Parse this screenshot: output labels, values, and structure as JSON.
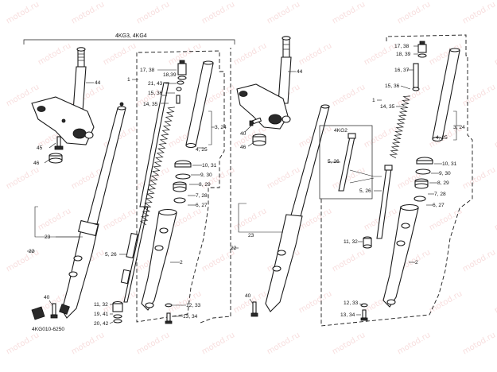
{
  "header_label": "4KG3, 4KG4",
  "drawing_code": "4KG010-6250",
  "inset_label": "4KG2",
  "watermark": "motod.ru",
  "left_callouts": {
    "c44": "44",
    "c45": "45",
    "c46": "46",
    "c1": "1",
    "c17_38": "17, 38",
    "c18_39": "18,39",
    "c21_43": "21, 43",
    "c15_36": "15, 36",
    "c14_35": "14, 35",
    "c3_24": "3, 24",
    "c4_25": "4, 25",
    "c10_31": "10, 31",
    "c9_30": "9, 30",
    "c8_29": "8, 29",
    "c7_28": "7, 28",
    "c6_27": "6, 27",
    "c5_26": "5, 26",
    "c2": "2",
    "c23": "23",
    "c22": "22",
    "c40": "40",
    "c11_32": "11, 32",
    "c19_41": "19, 41",
    "c20_42": "20, 42",
    "c12_33": "12, 33",
    "c13_34": "13, 34"
  },
  "right_callouts": {
    "c17_38": "17, 38",
    "c18_39": "18, 39",
    "c16_37": "16, 37",
    "c15_36": "15, 36",
    "c1": "1",
    "c14_35": "14, 35",
    "c3_24": "3, 24",
    "c4_25": "4, 25",
    "c10_31": "10, 31",
    "c9_30": "9, 30",
    "c8_29": "8, 29",
    "c7_28": "7, 28",
    "c6_27": "6, 27",
    "c44": "44",
    "c40": "40",
    "c46": "46",
    "c5_26a": "5, 26",
    "c5_26b": "5, 26",
    "c23": "23",
    "c22": "22",
    "c11_32": "11, 32",
    "c2": "2",
    "c12_33": "12, 33",
    "c13_34": "13, 34",
    "c40b": "40"
  }
}
